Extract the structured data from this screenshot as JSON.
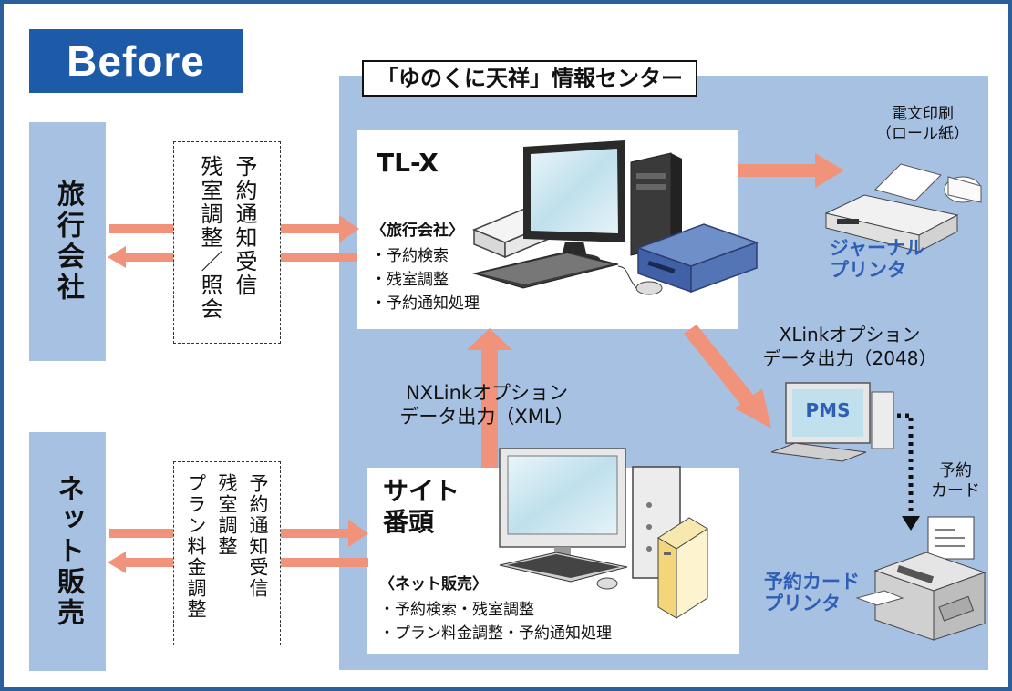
{
  "badge": "Before",
  "center": {
    "title": "「ゆのくに天祥」情報センター"
  },
  "left_panels": {
    "top": "旅行会社",
    "bottom": "ネット販売"
  },
  "dash_top": {
    "cols": [
      "残室調整／照会",
      "予約通知受信"
    ]
  },
  "dash_bottom": {
    "cols": [
      "プラン料金調整",
      "残室調整",
      "予約通知受信"
    ]
  },
  "tlx": {
    "title": "TL-X",
    "section": "〈旅行会社〉",
    "items": [
      "・予約検索",
      "・残室調整",
      "・予約通知処理"
    ]
  },
  "site": {
    "title_line1": "サイト",
    "title_line2": "番頭",
    "section": "〈ネット販売〉",
    "items": [
      "・予約検索・残室調整",
      "・プラン料金調整・予約通知処理"
    ]
  },
  "nxlink": {
    "line1": "NXLinkオプション",
    "line2": "データ出力（XML）"
  },
  "xlink": {
    "line1": "XLinkオプション",
    "line2": "データ出力（2048）"
  },
  "telegram": {
    "line1": "電文印刷",
    "line2": "（ロール紙）"
  },
  "journal": {
    "line1": "ジャーナル",
    "line2": "プリンタ"
  },
  "pms": "PMS",
  "card": {
    "line1": "予約",
    "line2": "カード"
  },
  "card_printer": {
    "line1": "予約カード",
    "line2": "プリンタ"
  },
  "colors": {
    "accent": "#1d5aa8",
    "panel": "#a7c1e3",
    "arrow": "#f0937a",
    "label_blue": "#2e5fb5"
  }
}
